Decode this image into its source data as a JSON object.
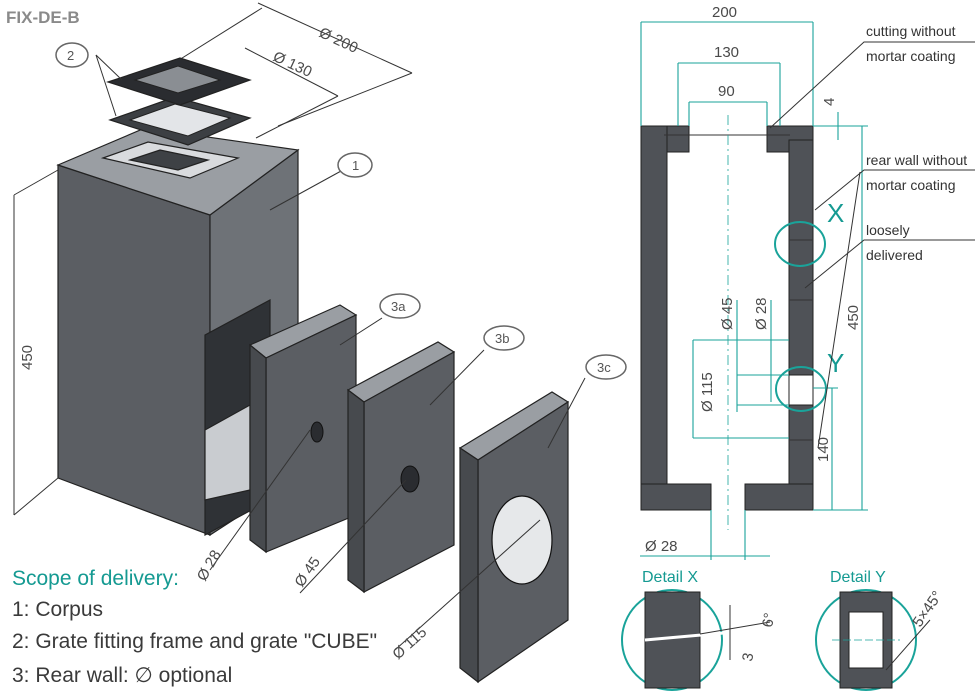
{
  "title": "FIX-DE-B",
  "iso_view": {
    "bubbles": {
      "grate": "2",
      "corpus": "1",
      "rear_a": "3a",
      "rear_b": "3b",
      "rear_c": "3c"
    },
    "dims": {
      "outer": "Ø 200",
      "inner": "Ø 130",
      "height": "450",
      "hole_a": "Ø 28",
      "hole_b": "Ø 45",
      "hole_c": "Ø 115"
    }
  },
  "scope": {
    "heading": "Scope of delivery:",
    "items": [
      "1: Corpus",
      "2: Grate fitting frame and grate \"CUBE\"",
      "3: Rear wall: ∅ optional"
    ]
  },
  "section_view": {
    "dims": {
      "w200": "200",
      "w130": "130",
      "w90": "90",
      "t4": "4",
      "h450": "450",
      "h140": "140",
      "d45": "Ø 45",
      "d28": "Ø 28",
      "d115": "Ø 115",
      "d28_bottom": "Ø 28"
    },
    "notes": {
      "cutting_1": "cutting without",
      "cutting_2": "mortar coating",
      "rear_1": "rear wall without",
      "rear_2": "mortar coating",
      "loose_1": "loosely",
      "loose_2": "delivered"
    },
    "markers": {
      "x": "X",
      "y": "Y"
    }
  },
  "details": {
    "x": {
      "label": "Detail X",
      "angle": "6°",
      "gap": "3"
    },
    "y": {
      "label": "Detail Y",
      "chamfer": "5×45°"
    }
  },
  "colors": {
    "teal": "#159a92",
    "body_dark": "#4f5257",
    "body_light": "#6b6f74"
  }
}
